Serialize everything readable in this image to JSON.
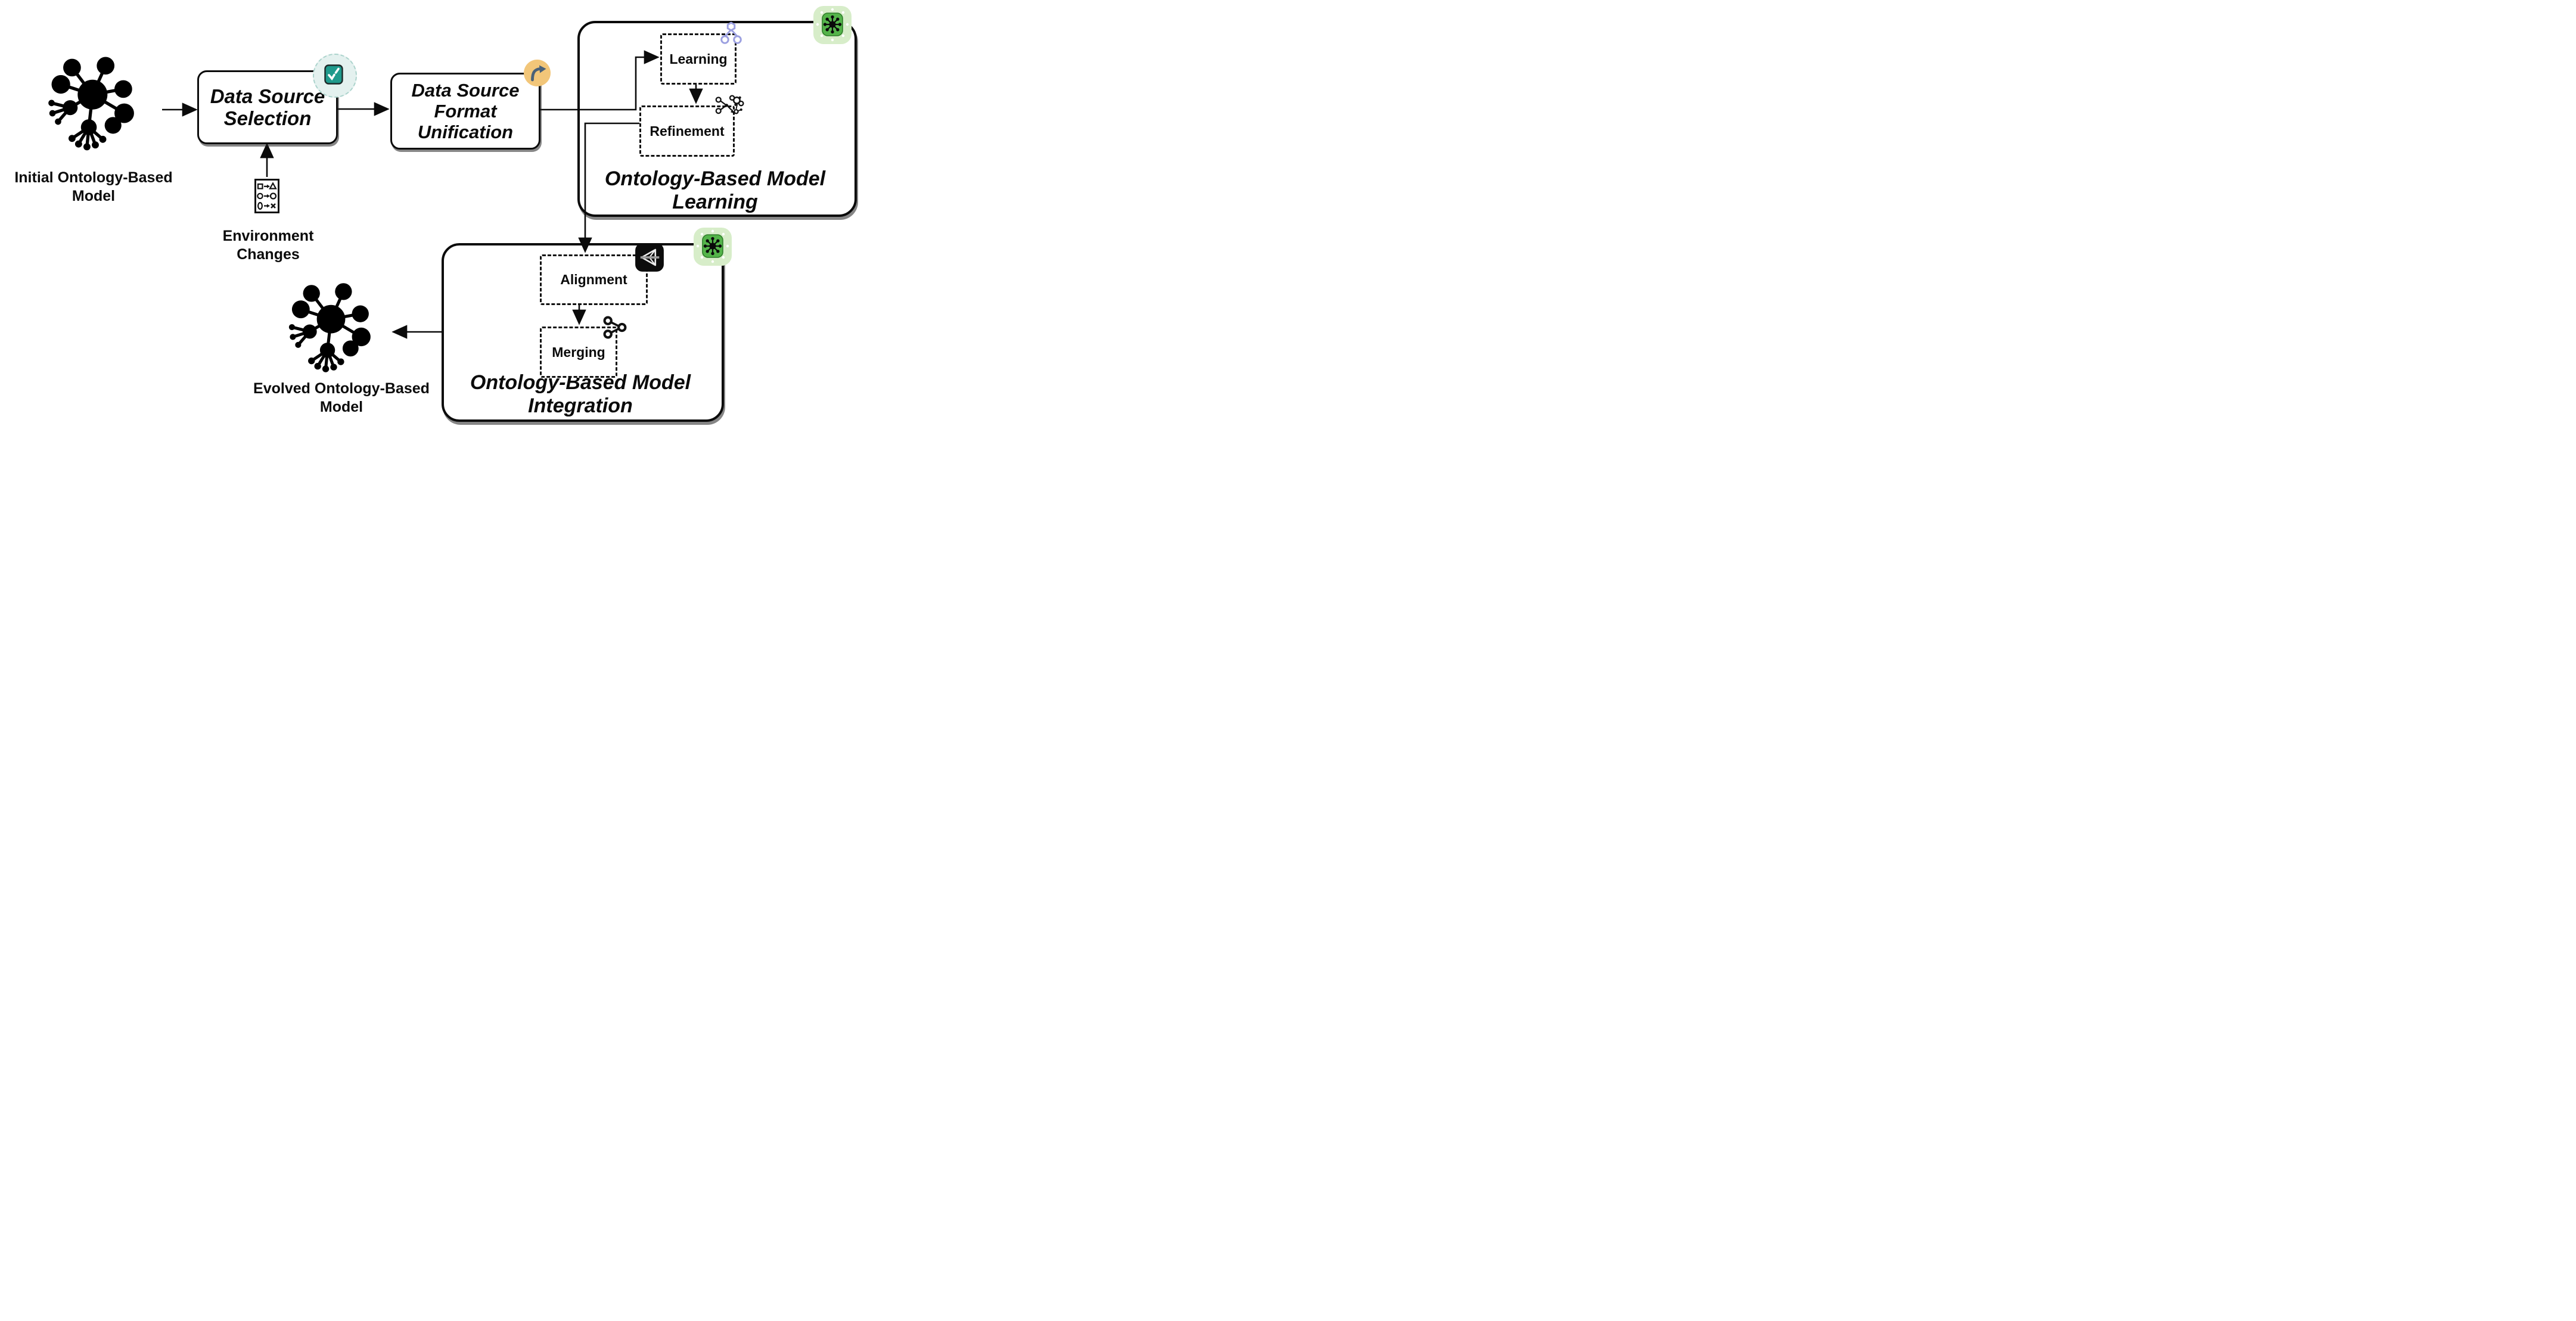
{
  "nodes": {
    "initial": {
      "lines": [
        "Initial Ontology-Based",
        "Model"
      ]
    },
    "ds_selection": {
      "lines": [
        "Data Source",
        "Selection"
      ]
    },
    "environment": {
      "lines": [
        "Environment",
        "Changes"
      ]
    },
    "format_unification": {
      "lines": [
        "Data Source",
        "Format",
        "Unification"
      ]
    },
    "learning_step": {
      "label": "Learning"
    },
    "refinement_step": {
      "label": "Refinement"
    },
    "learning_container": {
      "lines": [
        "Ontology-Based Model",
        "Learning"
      ]
    },
    "alignment_step": {
      "label": "Alignment"
    },
    "merging_step": {
      "label": "Merging"
    },
    "integration_container": {
      "lines": [
        "Ontology-Based Model",
        "Integration"
      ]
    },
    "evolved": {
      "lines": [
        "Evolved Ontology-Based",
        "Model"
      ]
    }
  },
  "icons": {
    "initial_model": "ontology-network-icon",
    "evolved_model": "ontology-network-icon",
    "environment": "shape-transformation-icon",
    "ds_selection_badge": "checkmark-badge-icon",
    "format_badge": "forward-arrow-badge-icon",
    "learning_container_badge": "green-network-badge-icon",
    "integration_container_badge": "green-network-badge-icon",
    "learning_step": "tree-hierarchy-icon",
    "refinement_step": "graph-refinement-icon",
    "alignment_badge": "send-triangle-badge-icon",
    "merging_step": "merge-share-icon"
  },
  "colors": {
    "line": "#0b0b0b",
    "teal_badge": "#1f9a8c",
    "teal_halo": "#e4f1ef",
    "orange_badge": "#f2c679",
    "orange_glyph": "#4a6178",
    "green_badge_outer": "#d7edc9",
    "green_badge_inner": "#54b44a",
    "purple_icon": "#9b9fe0",
    "black_badge": "#0c0c0c"
  }
}
